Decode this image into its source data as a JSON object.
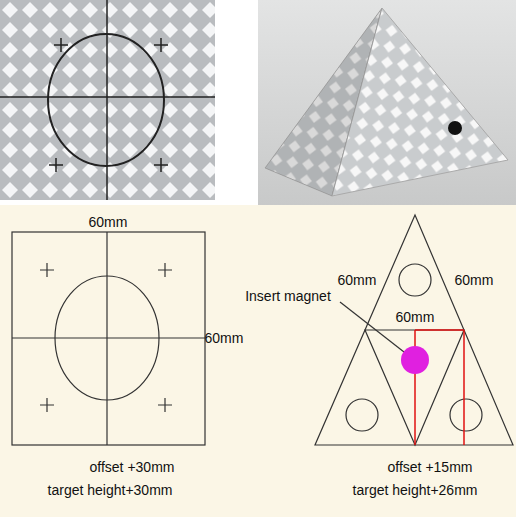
{
  "diagram": {
    "labels": [
      "60mm",
      "60mm",
      "offset +30mm",
      "target height+30mm",
      "Insert magnet",
      "60mm",
      "60mm",
      "60mm",
      "offset +15mm",
      "target height+26mm"
    ]
  }
}
